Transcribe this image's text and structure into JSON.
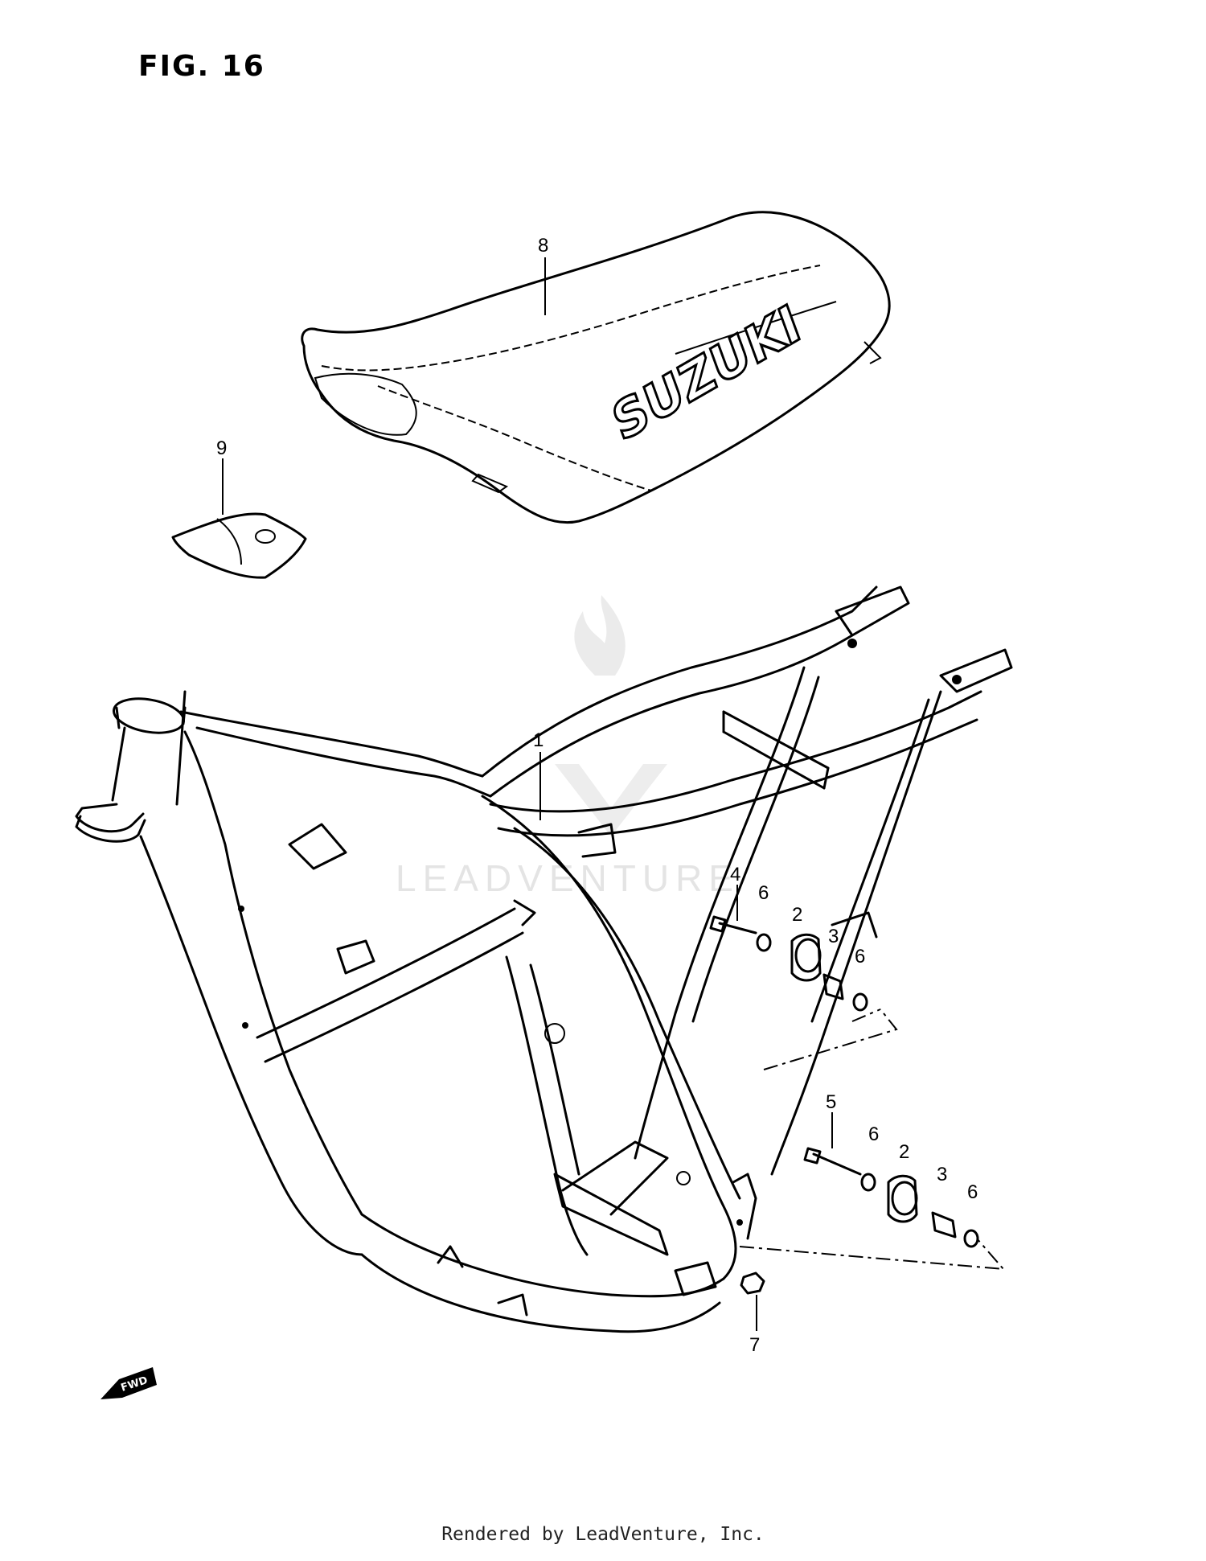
{
  "figure": {
    "title": "FIG. 16"
  },
  "seat": {
    "brand_text": "SUZUKI"
  },
  "watermark": {
    "text": "LEADVENTURE"
  },
  "direction_marker": {
    "text": "FWD"
  },
  "callouts": [
    "1",
    "2",
    "2",
    "3",
    "3",
    "4",
    "5",
    "6",
    "6",
    "6",
    "6",
    "7",
    "8",
    "9"
  ],
  "footer": {
    "text": "Rendered by LeadVenture, Inc."
  }
}
